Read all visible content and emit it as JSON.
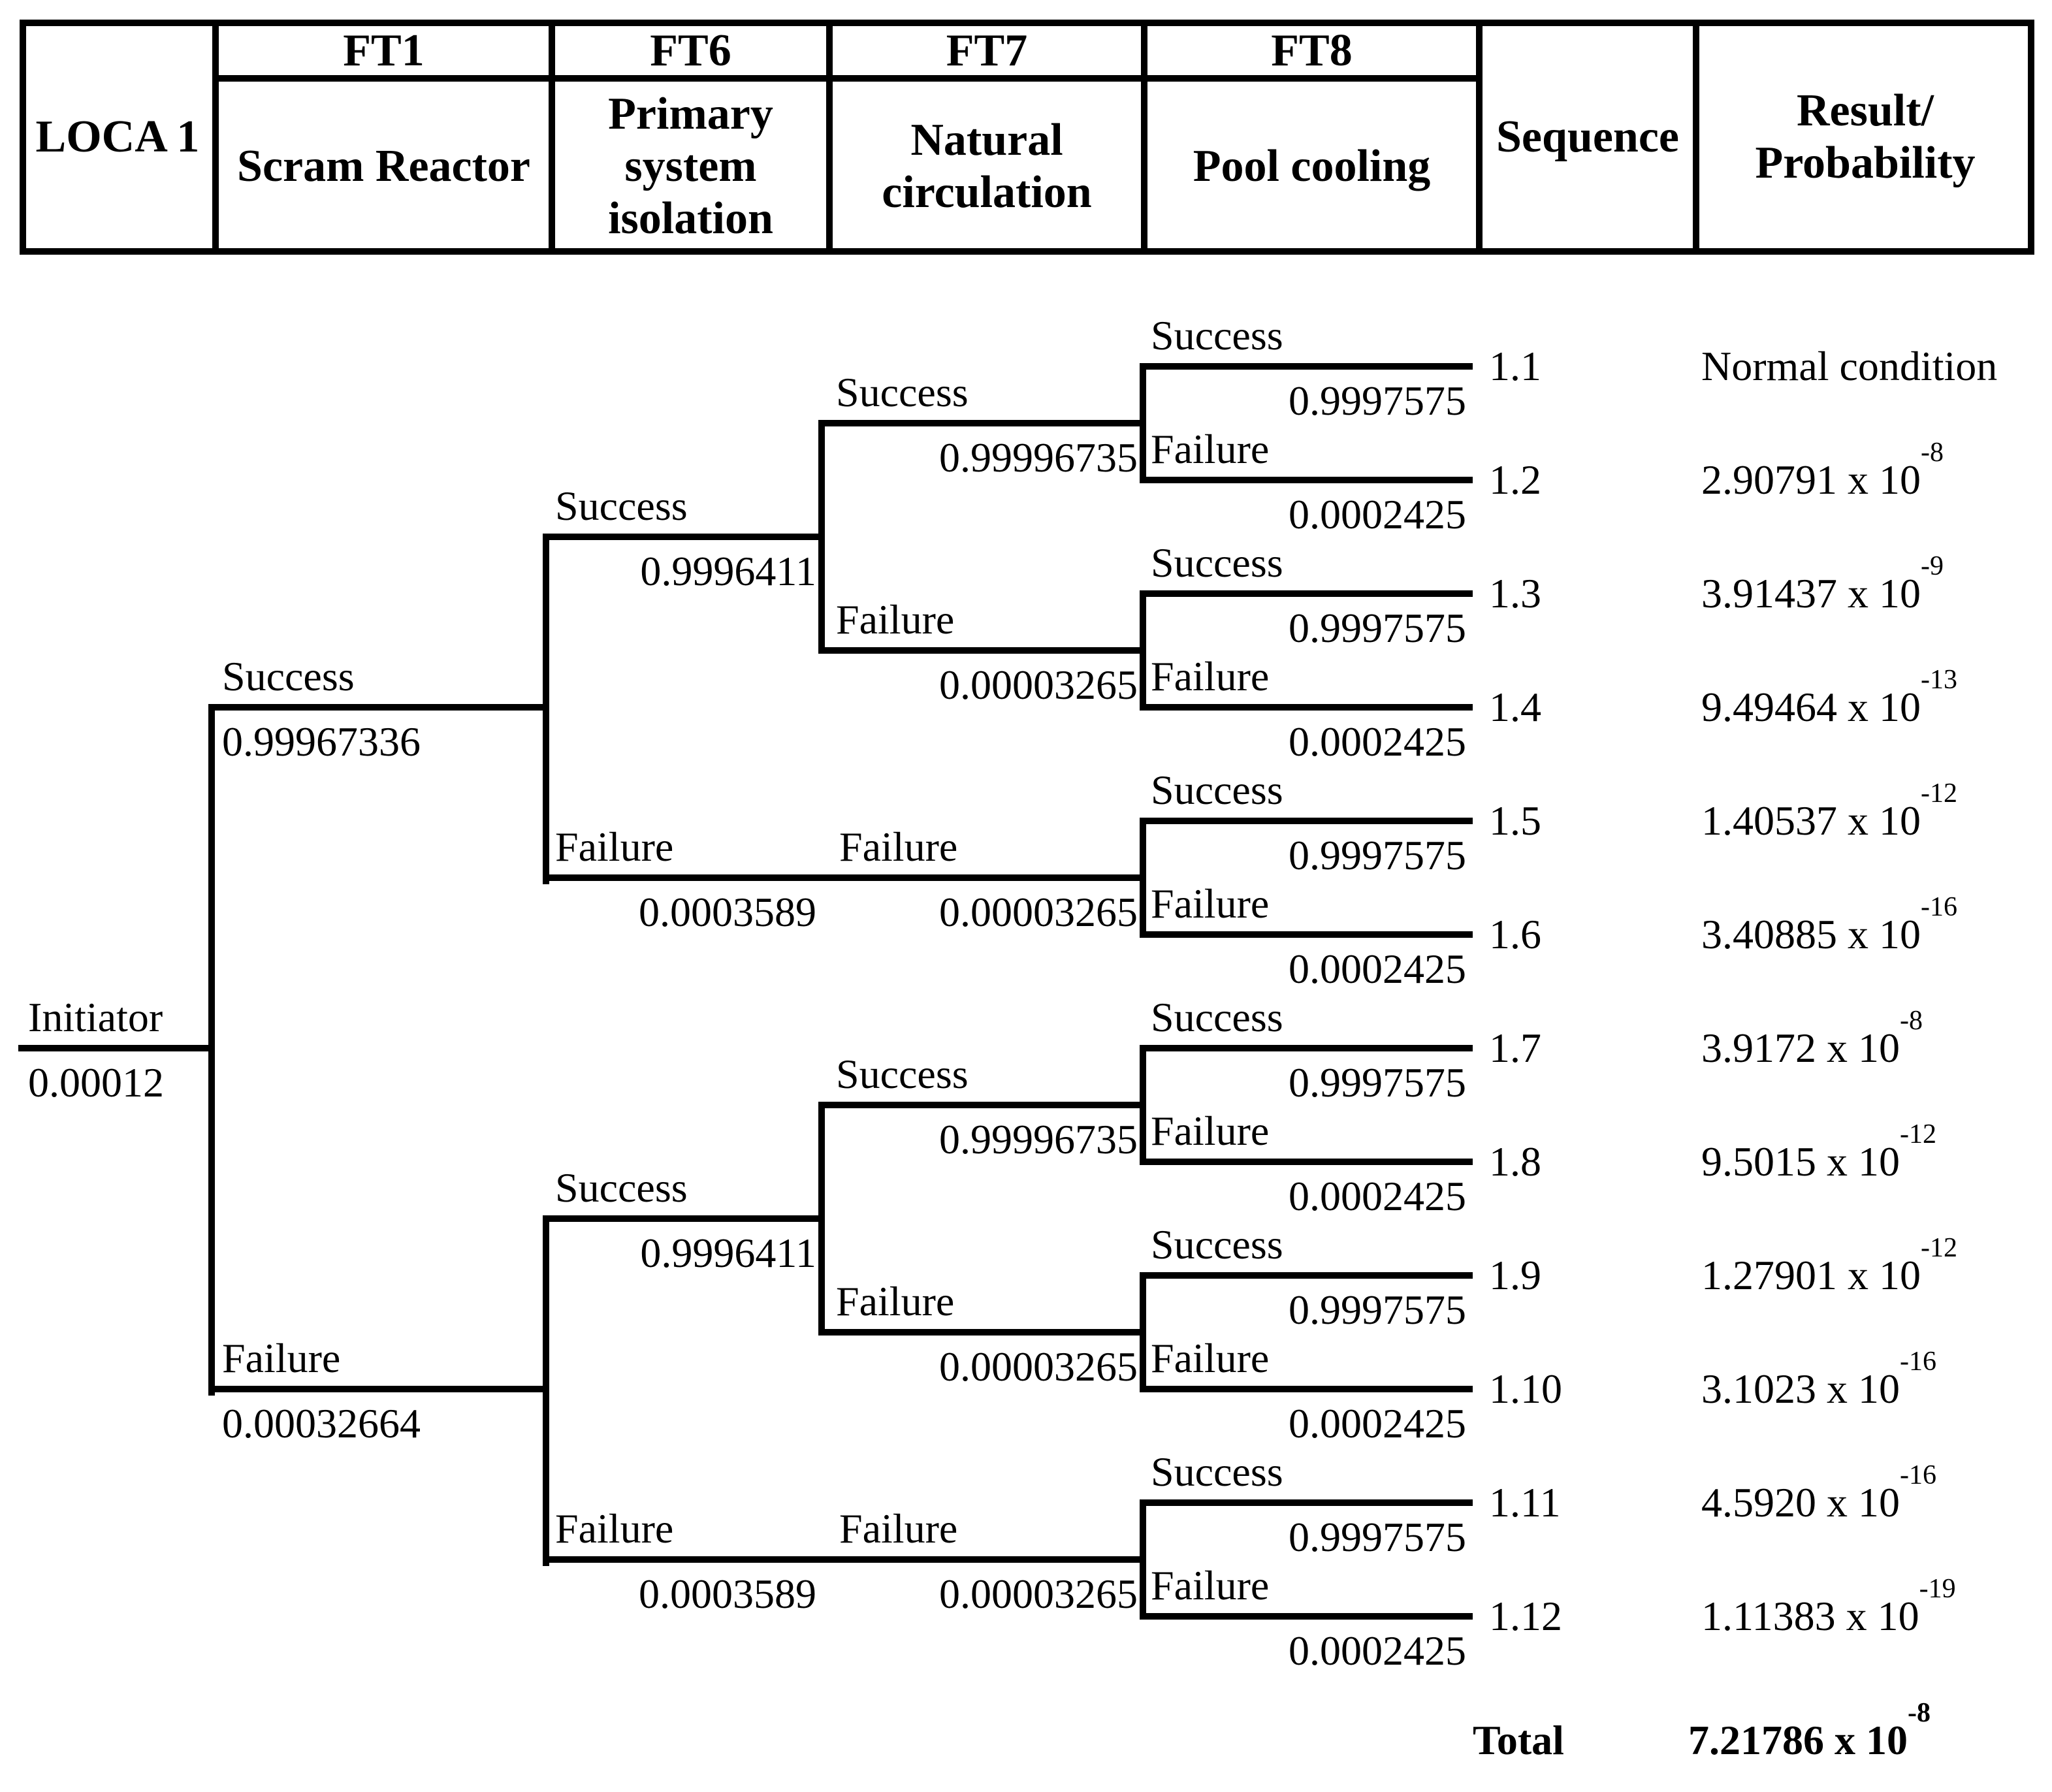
{
  "header": {
    "initiating_event": "LOCA 1",
    "sequence": "Sequence",
    "result_line1": "Result/",
    "result_line2": "Probability",
    "systems": [
      {
        "code": "FT1",
        "name": "Scram Reactor"
      },
      {
        "code": "FT6",
        "name": "Primary system isolation"
      },
      {
        "code": "FT7",
        "name": "Natural circulation"
      },
      {
        "code": "FT8",
        "name": "Pool cooling"
      }
    ]
  },
  "tree": {
    "initiator": {
      "label": "Initiator",
      "prob": "0.00012"
    },
    "ft1": {
      "success": {
        "label": "Success",
        "prob": "0.99967336"
      },
      "failure": {
        "label": "Failure",
        "prob": "0.00032664"
      }
    },
    "ft6": {
      "success": {
        "label": "Success",
        "prob": "0.9996411"
      },
      "failure": {
        "label": "Failure",
        "prob": "0.0003589"
      }
    },
    "ft7": {
      "success": {
        "label": "Success",
        "prob": "0.99996735"
      },
      "failure": {
        "label": "Failure",
        "prob": "0.00003265"
      }
    },
    "ft8": {
      "success": {
        "label": "Success",
        "prob": "0.9997575"
      },
      "failure": {
        "label": "Failure",
        "prob": "0.0002425"
      }
    }
  },
  "sequences": [
    {
      "id": "1.1",
      "result": "Normal condition",
      "exp": ""
    },
    {
      "id": "1.2",
      "result": "2.90791 x 10",
      "exp": "-8"
    },
    {
      "id": "1.3",
      "result": "3.91437 x 10",
      "exp": "-9"
    },
    {
      "id": "1.4",
      "result": "9.49464 x 10",
      "exp": "-13"
    },
    {
      "id": "1.5",
      "result": "1.40537 x 10",
      "exp": "-12"
    },
    {
      "id": "1.6",
      "result": "3.40885 x 10",
      "exp": "-16"
    },
    {
      "id": "1.7",
      "result": "3.9172 x 10",
      "exp": "-8"
    },
    {
      "id": "1.8",
      "result": "9.5015 x 10",
      "exp": "-12"
    },
    {
      "id": "1.9",
      "result": "1.27901 x 10",
      "exp": "-12"
    },
    {
      "id": "1.10",
      "result": "3.1023 x 10",
      "exp": "-16"
    },
    {
      "id": "1.11",
      "result": "4.5920 x 10",
      "exp": "-16"
    },
    {
      "id": "1.12",
      "result": "1.11383 x 10",
      "exp": "-19"
    }
  ],
  "total": {
    "label": "Total",
    "value": "7.21786 x 10",
    "exp": "-8"
  }
}
